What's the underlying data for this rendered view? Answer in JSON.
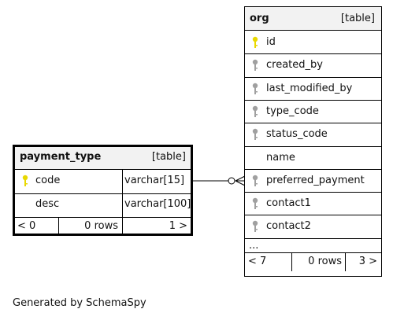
{
  "tables": {
    "org": {
      "name": "org",
      "type_label": "[table]",
      "columns": [
        {
          "name": "id",
          "key": "primary"
        },
        {
          "name": "created_by",
          "key": "foreign"
        },
        {
          "name": "last_modified_by",
          "key": "foreign"
        },
        {
          "name": "type_code",
          "key": "foreign"
        },
        {
          "name": "status_code",
          "key": "foreign"
        },
        {
          "name": "name",
          "key": "none"
        },
        {
          "name": "preferred_payment",
          "key": "foreign"
        },
        {
          "name": "contact1",
          "key": "foreign"
        },
        {
          "name": "contact2",
          "key": "foreign"
        }
      ],
      "more": "...",
      "footer": {
        "left": "< 7",
        "middle": "0 rows",
        "right": "3 >"
      }
    },
    "payment_type": {
      "name": "payment_type",
      "type_label": "[table]",
      "columns": [
        {
          "name": "code",
          "type": "varchar[15]",
          "key": "primary"
        },
        {
          "name": "desc",
          "type": "varchar[100]",
          "key": "none"
        }
      ],
      "footer": {
        "left": "< 0",
        "middle": "0 rows",
        "right": "1 >"
      }
    }
  },
  "footer_text": "Generated by SchemaSpy",
  "colors": {
    "primary_key": "#e8d800",
    "foreign_key": "#a0a0a0",
    "header_bg": "#f2f2f2",
    "border": "#000000"
  }
}
